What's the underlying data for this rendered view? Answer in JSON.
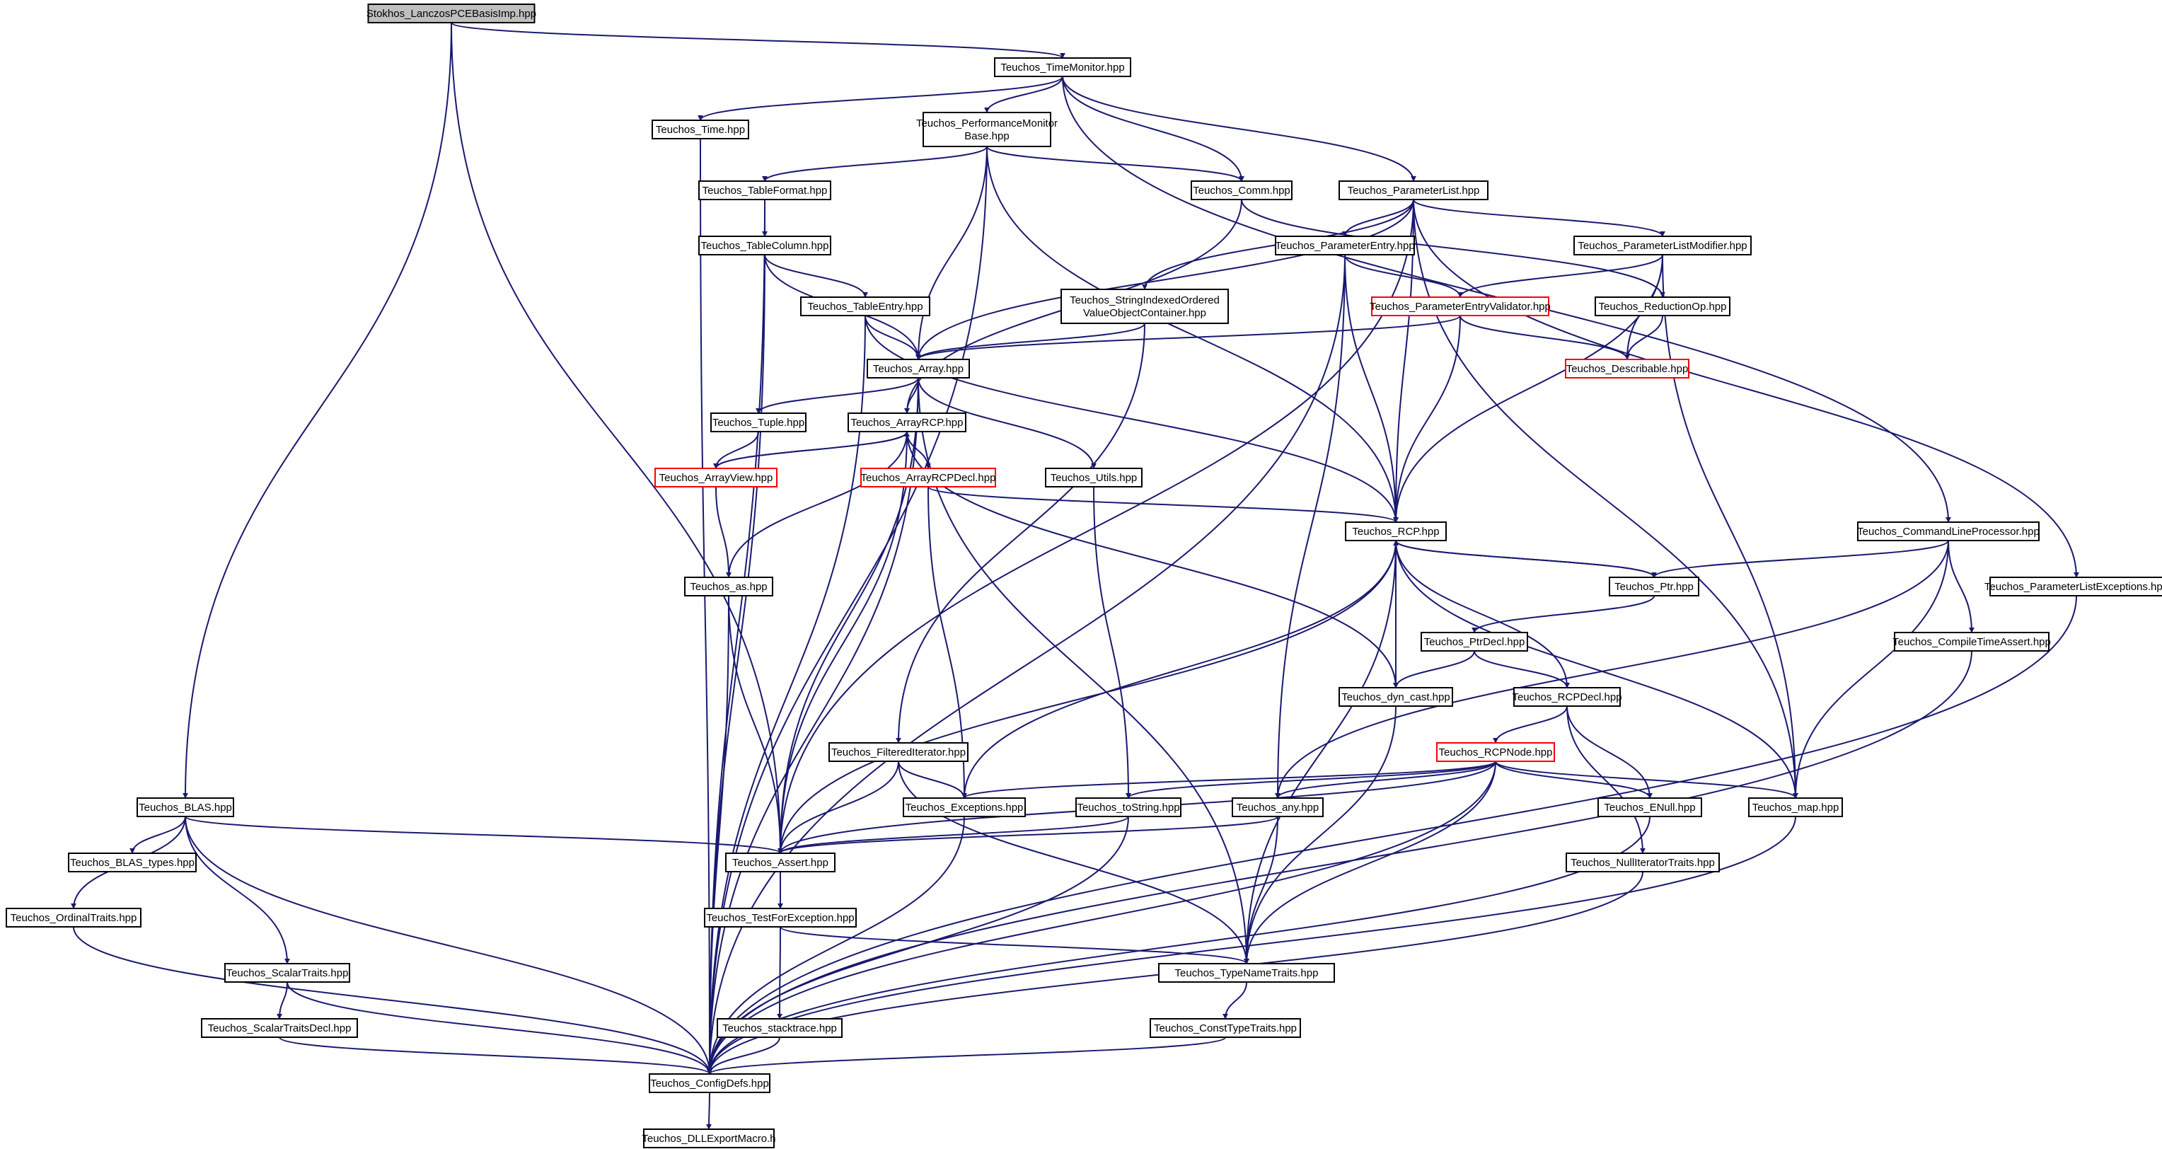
{
  "colors": {
    "edge": "#191970",
    "root_fill": "#bfbfbf",
    "highlight_border": "#ff0000"
  },
  "nodes": [
    {
      "id": "stokhos",
      "label": [
        "Stokhos_LanczosPCEBasisImp.hpp"
      ],
      "root": true
    },
    {
      "id": "timemonitor",
      "label": [
        "Teuchos_TimeMonitor.hpp"
      ]
    },
    {
      "id": "time",
      "label": [
        "Teuchos_Time.hpp"
      ]
    },
    {
      "id": "perfmon",
      "label": [
        "Teuchos_PerformanceMonitor",
        "Base.hpp"
      ]
    },
    {
      "id": "tableformat",
      "label": [
        "Teuchos_TableFormat.hpp"
      ]
    },
    {
      "id": "comm",
      "label": [
        "Teuchos_Comm.hpp"
      ]
    },
    {
      "id": "paramlist",
      "label": [
        "Teuchos_ParameterList.hpp"
      ]
    },
    {
      "id": "tablecolumn",
      "label": [
        "Teuchos_TableColumn.hpp"
      ]
    },
    {
      "id": "paramentry",
      "label": [
        "Teuchos_ParameterEntry.hpp"
      ]
    },
    {
      "id": "paramlistmod",
      "label": [
        "Teuchos_ParameterListModifier.hpp"
      ]
    },
    {
      "id": "tableentry",
      "label": [
        "Teuchos_TableEntry.hpp"
      ]
    },
    {
      "id": "stringindexed",
      "label": [
        "Teuchos_StringIndexedOrdered",
        "ValueObjectContainer.hpp"
      ]
    },
    {
      "id": "paramentryvalidator",
      "label": [
        "Teuchos_ParameterEntryValidator.hpp"
      ],
      "red": true
    },
    {
      "id": "reductionop",
      "label": [
        "Teuchos_ReductionOp.hpp"
      ]
    },
    {
      "id": "array",
      "label": [
        "Teuchos_Array.hpp"
      ]
    },
    {
      "id": "describable",
      "label": [
        "Teuchos_Describable.hpp"
      ],
      "red": true
    },
    {
      "id": "tuple",
      "label": [
        "Teuchos_Tuple.hpp"
      ]
    },
    {
      "id": "arrayrcp",
      "label": [
        "Teuchos_ArrayRCP.hpp"
      ]
    },
    {
      "id": "arrayview",
      "label": [
        "Teuchos_ArrayView.hpp"
      ],
      "red": true
    },
    {
      "id": "arrayrcpdecl",
      "label": [
        "Teuchos_ArrayRCPDecl.hpp"
      ],
      "red": true
    },
    {
      "id": "utils",
      "label": [
        "Teuchos_Utils.hpp"
      ]
    },
    {
      "id": "rcp",
      "label": [
        "Teuchos_RCP.hpp"
      ]
    },
    {
      "id": "cmdline",
      "label": [
        "Teuchos_CommandLineProcessor.hpp"
      ]
    },
    {
      "id": "ptr",
      "label": [
        "Teuchos_Ptr.hpp"
      ]
    },
    {
      "id": "paramlistexc",
      "label": [
        "Teuchos_ParameterListExceptions.hpp"
      ]
    },
    {
      "id": "as",
      "label": [
        "Teuchos_as.hpp"
      ]
    },
    {
      "id": "ptrdecl",
      "label": [
        "Teuchos_PtrDecl.hpp"
      ]
    },
    {
      "id": "compiletimeassert",
      "label": [
        "Teuchos_CompileTimeAssert.hpp"
      ]
    },
    {
      "id": "dyncast",
      "label": [
        "Teuchos_dyn_cast.hpp"
      ]
    },
    {
      "id": "rcpdecl",
      "label": [
        "Teuchos_RCPDecl.hpp"
      ]
    },
    {
      "id": "filterediter",
      "label": [
        "Teuchos_FilteredIterator.hpp"
      ]
    },
    {
      "id": "rcpnode",
      "label": [
        "Teuchos_RCPNode.hpp"
      ],
      "red": true
    },
    {
      "id": "blas",
      "label": [
        "Teuchos_BLAS.hpp"
      ]
    },
    {
      "id": "exceptions",
      "label": [
        "Teuchos_Exceptions.hpp"
      ]
    },
    {
      "id": "tostring",
      "label": [
        "Teuchos_toString.hpp"
      ]
    },
    {
      "id": "any",
      "label": [
        "Teuchos_any.hpp"
      ]
    },
    {
      "id": "enull",
      "label": [
        "Teuchos_ENull.hpp"
      ]
    },
    {
      "id": "map",
      "label": [
        "Teuchos_map.hpp"
      ]
    },
    {
      "id": "blastypes",
      "label": [
        "Teuchos_BLAS_types.hpp"
      ]
    },
    {
      "id": "assert",
      "label": [
        "Teuchos_Assert.hpp"
      ]
    },
    {
      "id": "nulliter",
      "label": [
        "Teuchos_NullIteratorTraits.hpp"
      ]
    },
    {
      "id": "ordinal",
      "label": [
        "Teuchos_OrdinalTraits.hpp"
      ]
    },
    {
      "id": "testforexc",
      "label": [
        "Teuchos_TestForException.hpp"
      ]
    },
    {
      "id": "scalartraits",
      "label": [
        "Teuchos_ScalarTraits.hpp"
      ]
    },
    {
      "id": "typename",
      "label": [
        "Teuchos_TypeNameTraits.hpp"
      ]
    },
    {
      "id": "scalartraitsdecl",
      "label": [
        "Teuchos_ScalarTraitsDecl.hpp"
      ]
    },
    {
      "id": "stacktrace",
      "label": [
        "Teuchos_stacktrace.hpp"
      ]
    },
    {
      "id": "consttype",
      "label": [
        "Teuchos_ConstTypeTraits.hpp"
      ]
    },
    {
      "id": "configdefs",
      "label": [
        "Teuchos_ConfigDefs.hpp"
      ]
    },
    {
      "id": "dllexport",
      "label": [
        "Teuchos_DLLExportMacro.h"
      ]
    }
  ],
  "edges": [
    [
      "stokhos",
      "timemonitor"
    ],
    [
      "stokhos",
      "blas"
    ],
    [
      "stokhos",
      "assert"
    ],
    [
      "timemonitor",
      "time"
    ],
    [
      "timemonitor",
      "perfmon"
    ],
    [
      "timemonitor",
      "comm"
    ],
    [
      "timemonitor",
      "paramlist"
    ],
    [
      "timemonitor",
      "cmdline"
    ],
    [
      "time",
      "configdefs"
    ],
    [
      "perfmon",
      "tableformat"
    ],
    [
      "perfmon",
      "comm"
    ],
    [
      "perfmon",
      "array"
    ],
    [
      "perfmon",
      "rcp"
    ],
    [
      "perfmon",
      "configdefs"
    ],
    [
      "tableformat",
      "tablecolumn"
    ],
    [
      "tableformat",
      "configdefs"
    ],
    [
      "comm",
      "reductionop"
    ],
    [
      "comm",
      "arrayrcp"
    ],
    [
      "paramlist",
      "paramentry"
    ],
    [
      "paramlist",
      "paramlistmod"
    ],
    [
      "paramlist",
      "stringindexed"
    ],
    [
      "paramlist",
      "array"
    ],
    [
      "paramlist",
      "paramlistexc"
    ],
    [
      "paramlist",
      "map"
    ],
    [
      "paramlist",
      "rcp"
    ],
    [
      "paramlist",
      "assert"
    ],
    [
      "tablecolumn",
      "tableentry"
    ],
    [
      "tablecolumn",
      "array"
    ],
    [
      "tablecolumn",
      "configdefs"
    ],
    [
      "tableentry",
      "array"
    ],
    [
      "tableentry",
      "rcp"
    ],
    [
      "tableentry",
      "configdefs"
    ],
    [
      "paramentry",
      "paramentryvalidator"
    ],
    [
      "paramentry",
      "rcp"
    ],
    [
      "paramentry",
      "any"
    ],
    [
      "paramentry",
      "configdefs"
    ],
    [
      "paramlistmod",
      "paramentryvalidator"
    ],
    [
      "paramlistmod",
      "describable"
    ],
    [
      "paramlistmod",
      "map"
    ],
    [
      "paramlistmod",
      "rcp"
    ],
    [
      "stringindexed",
      "array"
    ],
    [
      "stringindexed",
      "filterediter"
    ],
    [
      "paramentryvalidator",
      "describable"
    ],
    [
      "paramentryvalidator",
      "array"
    ],
    [
      "paramentryvalidator",
      "rcp"
    ],
    [
      "reductionop",
      "describable"
    ],
    [
      "array",
      "tuple"
    ],
    [
      "array",
      "arrayrcp"
    ],
    [
      "array",
      "utils"
    ],
    [
      "array",
      "assert"
    ],
    [
      "array",
      "typename"
    ],
    [
      "array",
      "configdefs"
    ],
    [
      "tuple",
      "arrayview"
    ],
    [
      "arrayrcp",
      "arrayview"
    ],
    [
      "arrayrcp",
      "arrayrcpdecl"
    ],
    [
      "arrayrcp",
      "as"
    ],
    [
      "arrayrcp",
      "assert"
    ],
    [
      "arrayrcp",
      "dyncast"
    ],
    [
      "arrayview",
      "arrayrcp"
    ],
    [
      "arrayview",
      "as"
    ],
    [
      "arrayrcpdecl",
      "rcp"
    ],
    [
      "arrayrcpdecl",
      "exceptions"
    ],
    [
      "utils",
      "tostring"
    ],
    [
      "rcp",
      "ptr"
    ],
    [
      "rcp",
      "dyncast"
    ],
    [
      "rcp",
      "rcpdecl"
    ],
    [
      "rcp",
      "exceptions"
    ],
    [
      "rcp",
      "assert"
    ],
    [
      "rcp",
      "map"
    ],
    [
      "rcp",
      "typename"
    ],
    [
      "ptr",
      "rcp"
    ],
    [
      "ptr",
      "ptrdecl"
    ],
    [
      "cmdline",
      "ptr"
    ],
    [
      "cmdline",
      "compiletimeassert"
    ],
    [
      "cmdline",
      "any"
    ],
    [
      "cmdline",
      "map"
    ],
    [
      "paramlistexc",
      "configdefs"
    ],
    [
      "as",
      "assert"
    ],
    [
      "as",
      "configdefs"
    ],
    [
      "ptrdecl",
      "dyncast"
    ],
    [
      "ptrdecl",
      "rcpdecl"
    ],
    [
      "compiletimeassert",
      "configdefs"
    ],
    [
      "dyncast",
      "typename"
    ],
    [
      "rcpdecl",
      "rcpnode"
    ],
    [
      "rcpdecl",
      "enull"
    ],
    [
      "rcpdecl",
      "nulliter"
    ],
    [
      "filterediter",
      "exceptions"
    ],
    [
      "filterediter",
      "assert"
    ],
    [
      "filterediter",
      "typename"
    ],
    [
      "rcpnode",
      "exceptions"
    ],
    [
      "rcpnode",
      "tostring"
    ],
    [
      "rcpnode",
      "any"
    ],
    [
      "rcpnode",
      "enull"
    ],
    [
      "rcpnode",
      "map"
    ],
    [
      "rcpnode",
      "assert"
    ],
    [
      "rcpnode",
      "typename"
    ],
    [
      "rcpnode",
      "configdefs"
    ],
    [
      "blas",
      "blastypes"
    ],
    [
      "blas",
      "ordinal"
    ],
    [
      "blas",
      "scalartraits"
    ],
    [
      "blas",
      "assert"
    ],
    [
      "blas",
      "configdefs"
    ],
    [
      "exceptions",
      "configdefs"
    ],
    [
      "tostring",
      "assert"
    ],
    [
      "tostring",
      "configdefs"
    ],
    [
      "any",
      "assert"
    ],
    [
      "any",
      "typename"
    ],
    [
      "enull",
      "configdefs"
    ],
    [
      "map",
      "configdefs"
    ],
    [
      "assert",
      "testforexc"
    ],
    [
      "nulliter",
      "configdefs"
    ],
    [
      "ordinal",
      "configdefs"
    ],
    [
      "testforexc",
      "stacktrace"
    ],
    [
      "testforexc",
      "typename"
    ],
    [
      "scalartraits",
      "scalartraitsdecl"
    ],
    [
      "scalartraits",
      "configdefs"
    ],
    [
      "typename",
      "consttype"
    ],
    [
      "scalartraitsdecl",
      "configdefs"
    ],
    [
      "stacktrace",
      "configdefs"
    ],
    [
      "consttype",
      "configdefs"
    ],
    [
      "configdefs",
      "dllexport"
    ]
  ]
}
